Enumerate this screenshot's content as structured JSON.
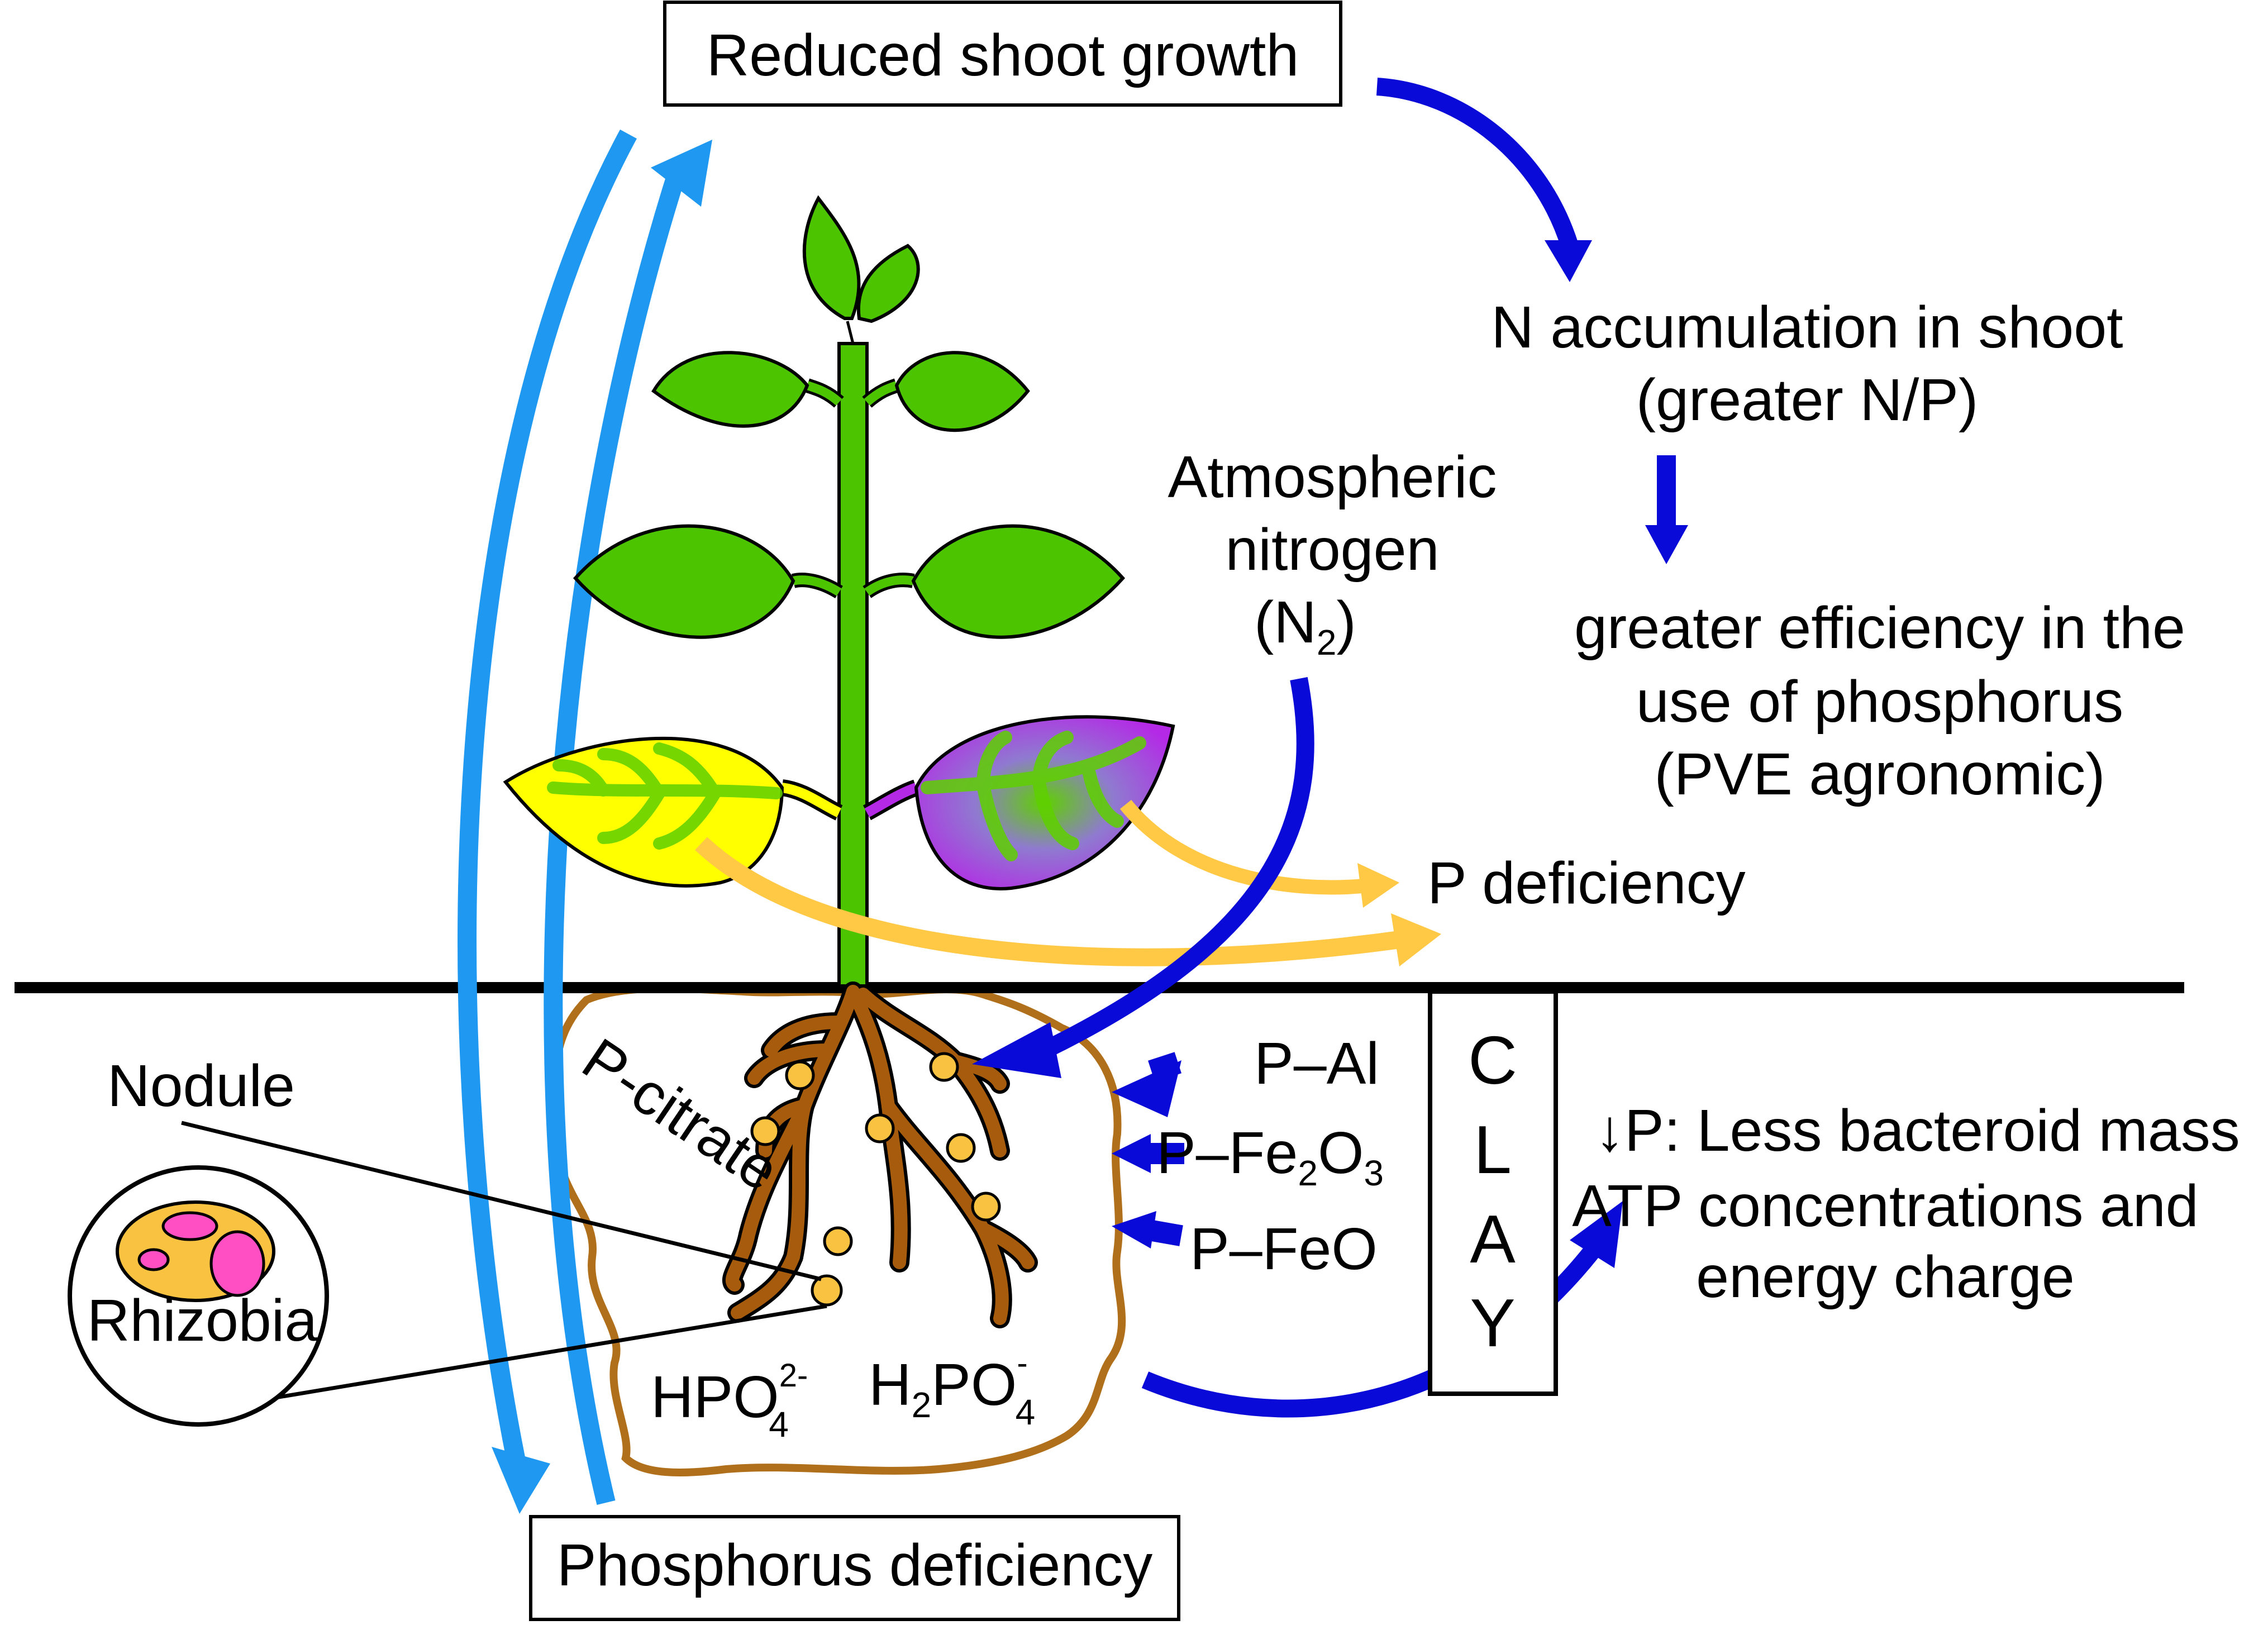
{
  "boxes": {
    "top": "Reduced shoot growth",
    "bottom": "Phosphorus deficiency"
  },
  "labels": {
    "n_accum_line1": "N accumulation in shoot",
    "n_accum_line2": "(greater N/P)",
    "efficiency_line1": "greater efficiency in the",
    "efficiency_line2": "use of phosphorus",
    "efficiency_line3": "(PVE agronomic)",
    "atm_line1": "Atmospheric",
    "atm_line2": "nitrogen",
    "atm_n2_open": "(N",
    "atm_n2_sub": "2",
    "atm_n2_close": ")",
    "p_deficiency": "P deficiency",
    "p_citrate": "P-citrate",
    "p_al": "P–Al",
    "p_fe2o3_a": "P–Fe",
    "p_fe2o3_sub1": "2",
    "p_fe2o3_b": "O",
    "p_fe2o3_sub2": "3",
    "p_feo": "P–FeO",
    "clay": [
      "C",
      "L",
      "A",
      "Y"
    ],
    "hpo4_main": "HPO",
    "hpo4_sup": "2-",
    "hpo4_sub": "4",
    "h2po4_h": "H",
    "h2po4_sub2": "2",
    "h2po4_po": "PO",
    "h2po4_sup": "-",
    "h2po4_sub4": "4",
    "nodule": "Nodule",
    "rhizobia": "Rhizobia",
    "less_p_line1": "↓P: Less bacteroid mass",
    "less_p_line2": "ATP concentrations and",
    "less_p_line3": "energy charge"
  },
  "colors": {
    "dark_blue_arrow": "#0a0ad8",
    "light_blue_arrow": "#1e98f0",
    "yellow_arrow": "#ffc845",
    "leaf_green": "#4cc400",
    "leaf_yellow": "#ffff00",
    "leaf_purple": "#b429e6",
    "root_brown": "#a65c0c",
    "soil_outline": "#b06f1a",
    "nodule_ball": "#f9c341",
    "rhizobia_pink": "#ff4fc3"
  }
}
